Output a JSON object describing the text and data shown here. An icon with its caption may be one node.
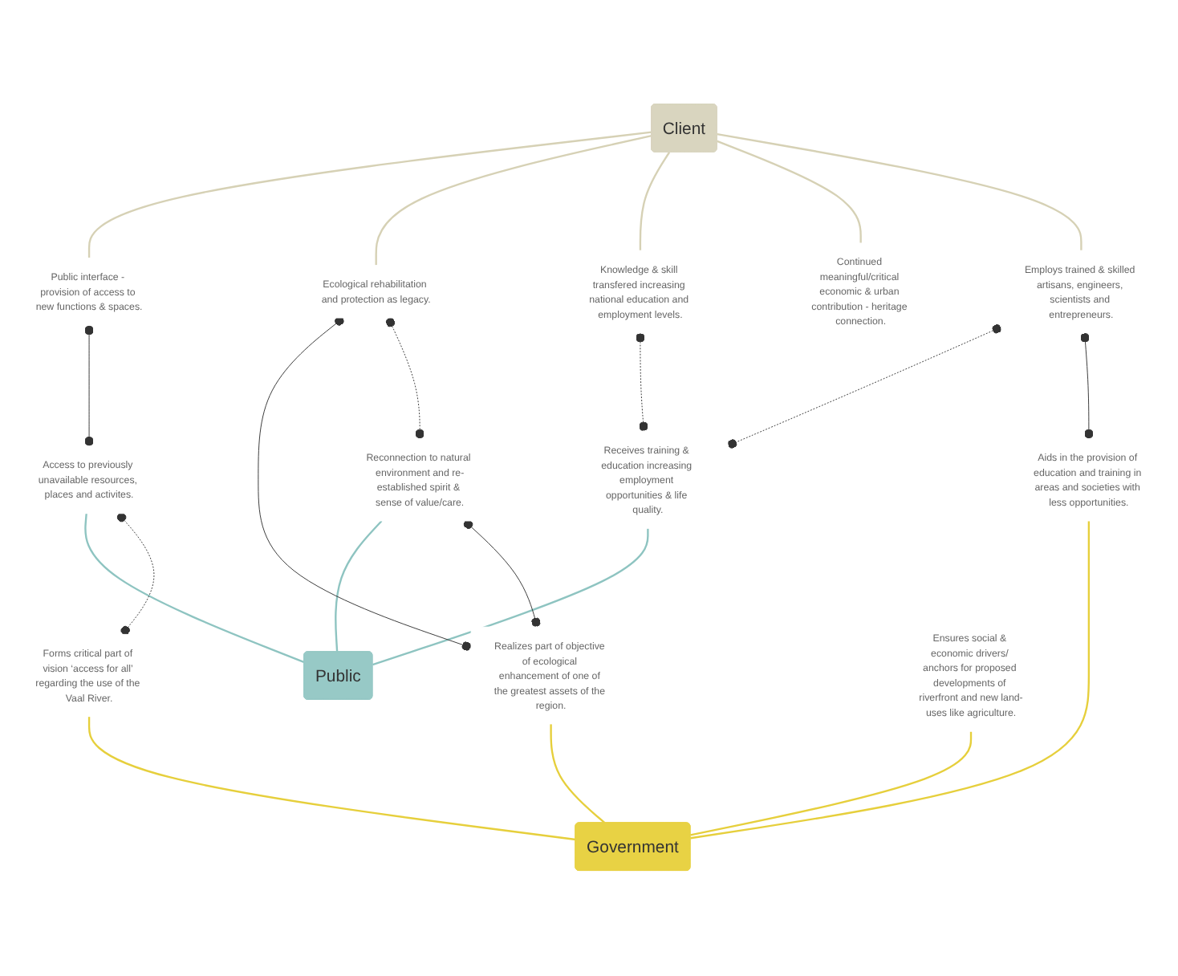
{
  "diagram": {
    "nodes": [
      {
        "text": [
          "Client"
        ]
      },
      {
        "text": [
          "Public interface - provision of access to new functions & spaces."
        ]
      },
      {
        "text": [
          "Ecological rehabilitation and protection as legacy."
        ]
      },
      {
        "text": [
          "Knowledge & skill transfered increasing national education and employment levels."
        ]
      },
      {
        "text": [
          "Continued meaningful/critical economic & urban contribution - heritage connection."
        ]
      },
      {
        "text": [
          "Employs trained & skilled artisans, engineers, scientists and entrepreneurs."
        ]
      },
      {
        "text": [
          "Public"
        ]
      },
      {
        "text": [
          "Access to previously unavailable resources, places and activites."
        ]
      },
      {
        "text": [
          "Receives training & education increasing employment opportunities & life quality."
        ]
      },
      {
        "text": [
          "Reconnection to natural environment and re-established spirit & sense of value/care."
        ]
      },
      {
        "text": [
          "Government"
        ]
      },
      {
        "text": [
          "Aids in the provision of education and training in areas and societies with less opportunities."
        ]
      },
      {
        "text": [
          "Realizes part of objective of ecological enhancement of one of the greatest assets of the region."
        ]
      },
      {
        "text": [
          "Forms critical part of vision ‘access for all’ regarding the use of the Vaal River."
        ]
      },
      {
        "text": [
          "Ensures social & economic drivers/ anchors for proposed developments of riverfront and new land-uses like agriculture."
        ]
      }
    ],
    "edges": [
      {
        "from": 0,
        "to": 1,
        "arrow": "none",
        "color": "#d6d1b5"
      },
      {
        "from": 0,
        "to": 2,
        "arrow": "none",
        "color": "#d6d1b5"
      },
      {
        "from": 0,
        "to": 3,
        "arrow": "none",
        "color": "#d6d1b5"
      },
      {
        "from": 0,
        "to": 4,
        "arrow": "none",
        "color": "#d6d1b5"
      },
      {
        "from": 0,
        "to": 5,
        "arrow": "none",
        "color": "#d6d1b5"
      },
      {
        "from": 6,
        "to": 7,
        "arrow": "none",
        "color": "#8ec4c1"
      },
      {
        "from": 6,
        "to": 8,
        "arrow": "none",
        "color": "#8ec4c1"
      },
      {
        "from": 6,
        "to": 9,
        "arrow": "none",
        "color": "#8ec4c1"
      },
      {
        "from": 10,
        "to": 11,
        "arrow": "none",
        "color": "#e6cf3c"
      },
      {
        "from": 10,
        "to": 12,
        "arrow": "none",
        "color": "#e6cf3c"
      },
      {
        "from": 10,
        "to": 13,
        "arrow": "none",
        "color": "#e6cf3c"
      },
      {
        "from": 10,
        "to": 14,
        "arrow": "none",
        "color": "#e6cf3c"
      },
      {
        "from": 1,
        "to": 7,
        "arrow": "other"
      },
      {
        "from": 2,
        "to": 12,
        "arrow": "other"
      },
      {
        "from": 2,
        "to": 9,
        "arrow": "other",
        "style": "dashed"
      },
      {
        "from": 3,
        "to": 8,
        "arrow": "other",
        "style": "dashed"
      },
      {
        "from": 5,
        "to": 8,
        "arrow": "other",
        "style": "dashed"
      },
      {
        "from": 5,
        "to": 11,
        "arrow": "other"
      },
      {
        "from": 9,
        "to": 12,
        "arrow": "other"
      },
      {
        "from": 7,
        "to": 13,
        "arrow": "other",
        "style": "dashed"
      }
    ]
  }
}
